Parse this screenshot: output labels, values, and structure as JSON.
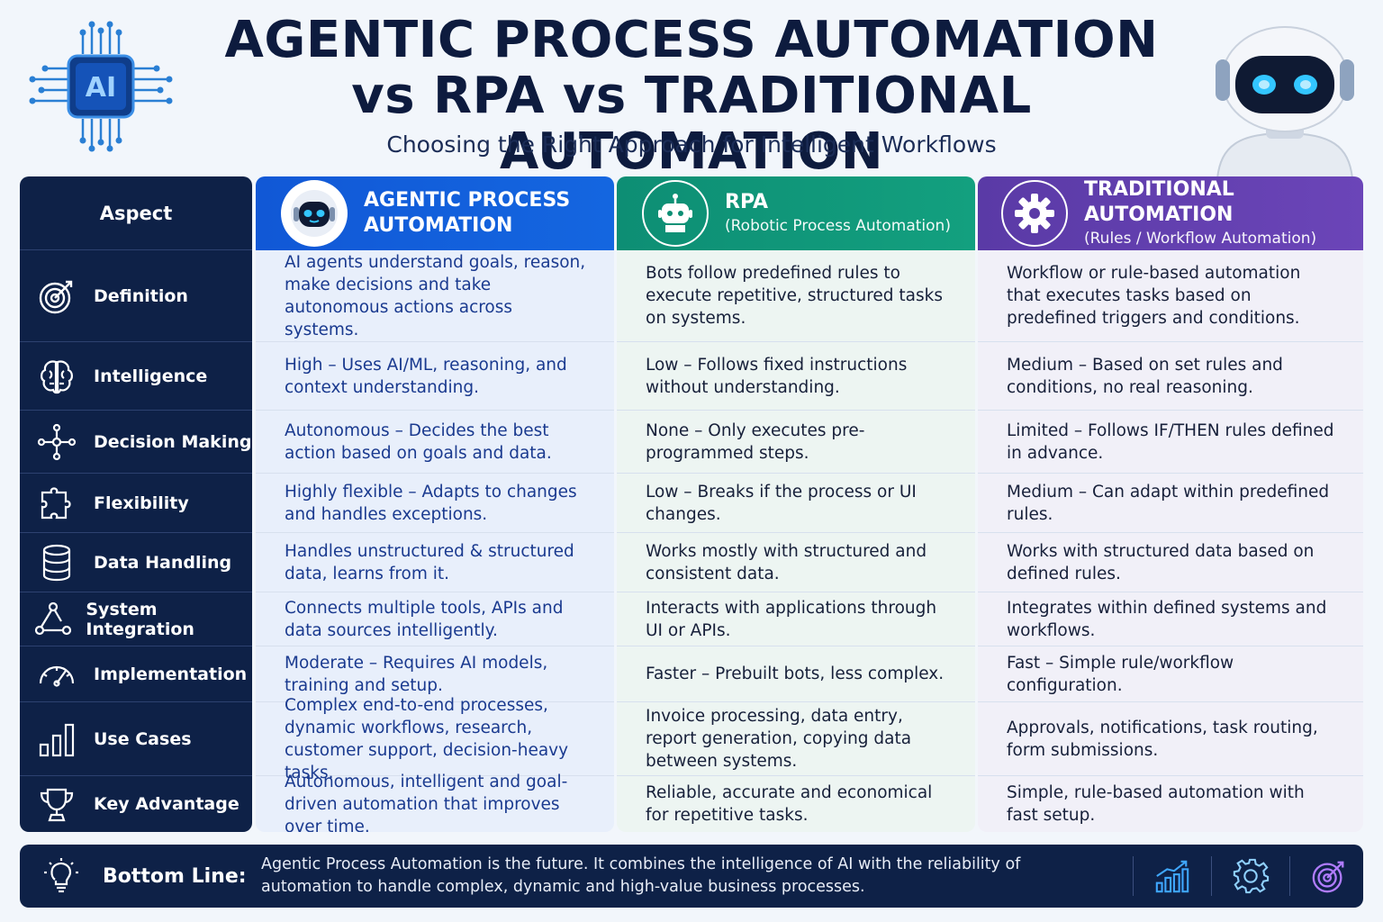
{
  "header": {
    "title_line1": "AGENTIC PROCESS AUTOMATION",
    "title_line2": "vs RPA vs TRADITIONAL AUTOMATION",
    "subtitle": "Choosing the Right Approach for Intelligent Workflows",
    "chip_label": "AI"
  },
  "colors": {
    "navy": "#0e2147",
    "agentic_blue": "#1466e0",
    "rpa_green": "#13a07f",
    "traditional_purple": "#6b45b8"
  },
  "table": {
    "aspect_header": "Aspect",
    "columns": [
      {
        "key": "apa",
        "title_line1": "AGENTIC PROCESS",
        "title_line2": "AUTOMATION",
        "icon": "robot-icon"
      },
      {
        "key": "rpa",
        "title_line1": "RPA",
        "title_line2": "(Robotic Process Automation)",
        "icon": "bot-icon"
      },
      {
        "key": "trad",
        "title_line1": "TRADITIONAL AUTOMATION",
        "title_line2": "(Rules / Workflow Automation)",
        "icon": "gear-icon"
      }
    ],
    "rows": [
      {
        "aspect": "Definition",
        "icon": "target-icon",
        "apa": "AI agents understand goals, reason, make decisions and take autonomous actions across systems.",
        "rpa": "Bots follow predefined rules to execute repetitive, structured tasks on systems.",
        "trad": "Workflow or rule-based automation that executes tasks based on predefined triggers and conditions."
      },
      {
        "aspect": "Intelligence",
        "icon": "brain-icon",
        "apa": "High – Uses AI/ML, reasoning, and context understanding.",
        "rpa": "Low – Follows fixed instructions without understanding.",
        "trad": "Medium – Based on set rules and conditions, no real reasoning."
      },
      {
        "aspect": "Decision Making",
        "icon": "decision-nodes-icon",
        "apa": "Autonomous – Decides the best action based on goals and data.",
        "rpa": "None – Only executes pre-programmed steps.",
        "trad": "Limited – Follows IF/THEN rules defined in advance."
      },
      {
        "aspect": "Flexibility",
        "icon": "puzzle-icon",
        "apa": "Highly flexible – Adapts to changes and handles exceptions.",
        "rpa": "Low – Breaks if the process or UI changes.",
        "trad": "Medium – Can adapt within predefined rules."
      },
      {
        "aspect": "Data Handling",
        "icon": "database-icon",
        "apa": "Handles unstructured & structured data, learns from it.",
        "rpa": "Works mostly with structured and consistent data.",
        "trad": "Works with structured data based on defined rules."
      },
      {
        "aspect": "System Integration",
        "icon": "network-icon",
        "apa": "Connects multiple tools, APIs and data sources intelligently.",
        "rpa": "Interacts with applications through UI or APIs.",
        "trad": "Integrates within defined systems and workflows."
      },
      {
        "aspect": "Implementation",
        "icon": "gauge-icon",
        "apa": "Moderate – Requires AI models, training and setup.",
        "rpa": "Faster – Prebuilt bots, less complex.",
        "trad": "Fast – Simple rule/workflow configuration."
      },
      {
        "aspect": "Use Cases",
        "icon": "bar-chart-icon",
        "apa": "Complex end-to-end processes, dynamic workflows, research, customer support, decision-heavy tasks.",
        "rpa": "Invoice processing, data entry, report generation, copying data between systems.",
        "trad": "Approvals, notifications, task routing, form submissions."
      },
      {
        "aspect": "Key Advantage",
        "icon": "trophy-icon",
        "apa": "Autonomous, intelligent and goal-driven automation that improves over time.",
        "rpa": "Reliable, accurate and economical for repetitive tasks.",
        "trad": "Simple, rule-based automation with fast setup."
      }
    ]
  },
  "bottom_line": {
    "label": "Bottom Line:",
    "text": "Agentic Process Automation is the future. It combines the intelligence of AI with the reliability of automation to handle complex, dynamic and high-value business processes."
  }
}
